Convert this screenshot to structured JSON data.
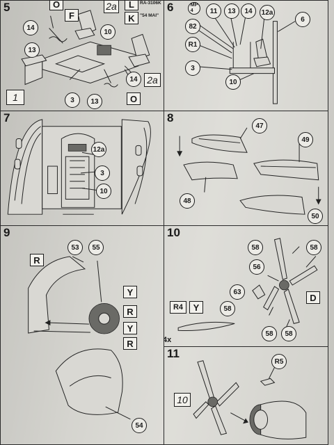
{
  "steps": {
    "s5": {
      "num": "5",
      "reg_text": "RA-3106K",
      "caption_text": "\"54 MAI\"",
      "letters": [
        "O",
        "F",
        "L",
        "K",
        "O"
      ],
      "italic_labels": [
        "2a",
        "2a",
        "1"
      ],
      "callouts": [
        "14",
        "10",
        "13",
        "14",
        "3",
        "13"
      ]
    },
    "s6": {
      "num": "6",
      "callouts": [
        "MP\n4",
        "11",
        "13",
        "14",
        "12a",
        "6",
        "82",
        "R1",
        "3",
        "10"
      ]
    },
    "s7": {
      "num": "7",
      "callouts": [
        "12a",
        "3",
        "10"
      ]
    },
    "s8": {
      "num": "8",
      "callouts": [
        "47",
        "49",
        "48",
        "50"
      ]
    },
    "s9": {
      "num": "9",
      "letters": [
        "R",
        "Y",
        "R",
        "Y",
        "R"
      ],
      "callouts": [
        "53",
        "55",
        "54"
      ]
    },
    "s10": {
      "num": "10",
      "letters": [
        "D",
        "Y"
      ],
      "ref_label": "R4",
      "multiplier": "4x",
      "callouts": [
        "58",
        "58",
        "56",
        "63",
        "58",
        "58",
        "58"
      ]
    },
    "s11": {
      "num": "11",
      "italic_label": "10",
      "ref_label": "R5"
    }
  }
}
